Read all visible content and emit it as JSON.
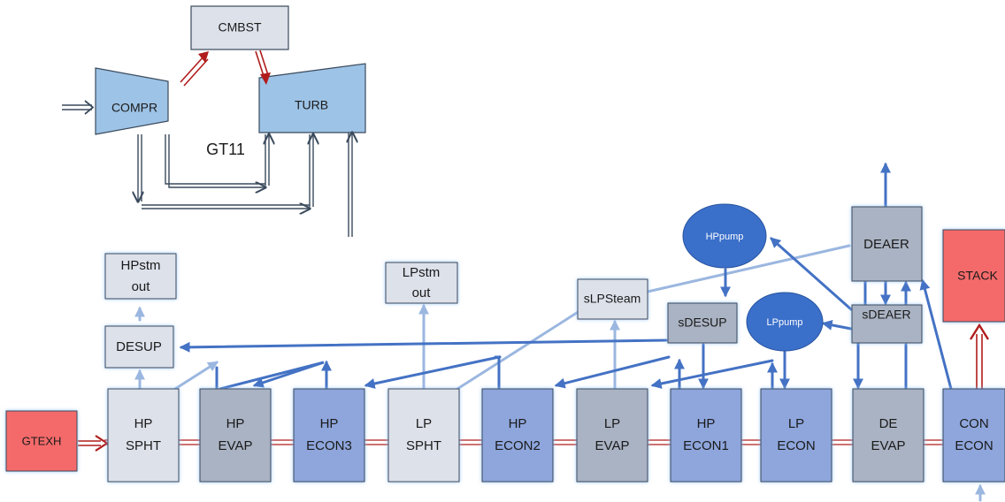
{
  "gas_turbine": {
    "compressor": "COMPR",
    "combustor": "CMBST",
    "turbine": "TURB",
    "unit_label": "GT11"
  },
  "hrsg": {
    "gas_inlet": "GTEXH",
    "stack": "STACK",
    "sections": [
      {
        "line1": "HP",
        "line2": "SPHT"
      },
      {
        "line1": "HP",
        "line2": "EVAP"
      },
      {
        "line1": "HP",
        "line2": "ECON3"
      },
      {
        "line1": "LP",
        "line2": "SPHT"
      },
      {
        "line1": "HP",
        "line2": "ECON2"
      },
      {
        "line1": "LP",
        "line2": "EVAP"
      },
      {
        "line1": "HP",
        "line2": "ECON1"
      },
      {
        "line1": "LP",
        "line2": "ECON"
      },
      {
        "line1": "DE",
        "line2": "EVAP"
      },
      {
        "line1": "CON",
        "line2": "ECON"
      }
    ]
  },
  "steam_nodes": {
    "hp_steam_out": {
      "line1": "HPstm",
      "line2": "out"
    },
    "lp_steam_out": {
      "line1": "LPstm",
      "line2": "out"
    },
    "desup": "DESUP",
    "s_lp_steam": "sLPSteam",
    "s_desup": "sDESUP",
    "deaer": "DEAER",
    "s_deaer": "sDEAER",
    "hp_pump": "HPpump",
    "lp_pump": "LPpump"
  },
  "colors": {
    "box_light": "#dde1ea",
    "box_gray": "#aab3c3",
    "box_blue": "#8ea6dc",
    "turbine_blue": "#9dc3e6",
    "pump_blue": "#3a6fca",
    "red_box": "#f46b6b",
    "arrow_blue": "#4472c4",
    "arrow_light": "#9bb7e0",
    "arrow_red": "#b01c1c",
    "line_dark": "#3a4a5c"
  }
}
